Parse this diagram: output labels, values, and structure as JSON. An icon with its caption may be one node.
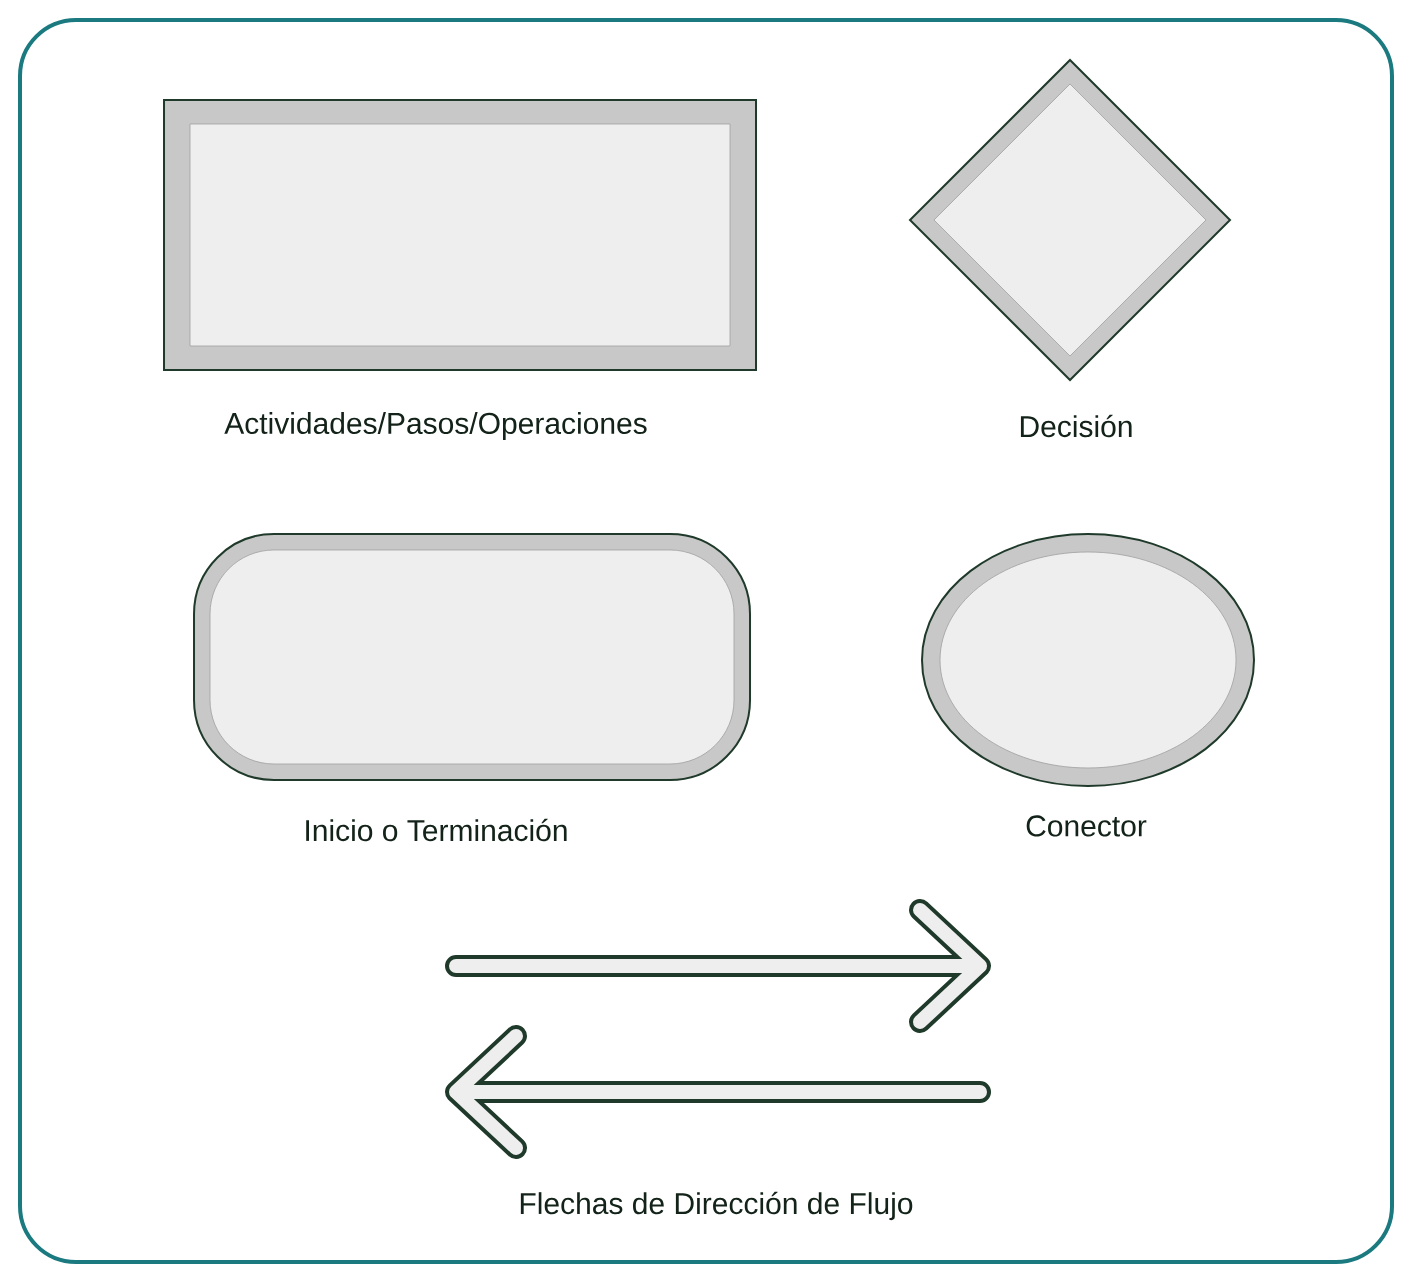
{
  "diagram": {
    "nodes": [
      {
        "text": [
          "Actividades/Pasos/Operaciones"
        ]
      },
      {
        "text": [
          "Decisión"
        ]
      },
      {
        "text": [
          "Inicio o Terminación"
        ]
      },
      {
        "text": [
          "Conector"
        ]
      }
    ],
    "labels": [
      "Flechas de Dirección de Flujo"
    ]
  }
}
